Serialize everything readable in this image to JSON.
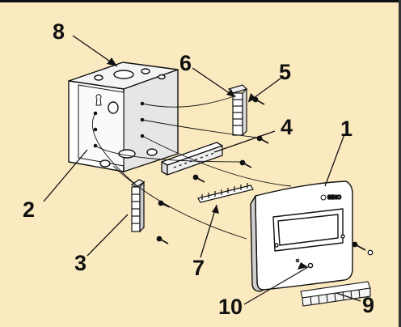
{
  "diagram": {
    "brand_mark": "SINO",
    "callouts": [
      {
        "id": "1",
        "text": "1"
      },
      {
        "id": "2",
        "text": "2"
      },
      {
        "id": "3",
        "text": "3"
      },
      {
        "id": "4",
        "text": "4"
      },
      {
        "id": "5",
        "text": "5"
      },
      {
        "id": "6",
        "text": "6"
      },
      {
        "id": "7",
        "text": "7"
      },
      {
        "id": "8",
        "text": "8"
      },
      {
        "id": "9",
        "text": "9"
      },
      {
        "id": "10",
        "text": "10"
      }
    ]
  },
  "colors": {
    "background": "#fbe9c0",
    "line": "#111111",
    "cover": "#ffffff",
    "shade": "#cfcfcf",
    "frame_top": "#111111",
    "frame_right": "#333333"
  }
}
